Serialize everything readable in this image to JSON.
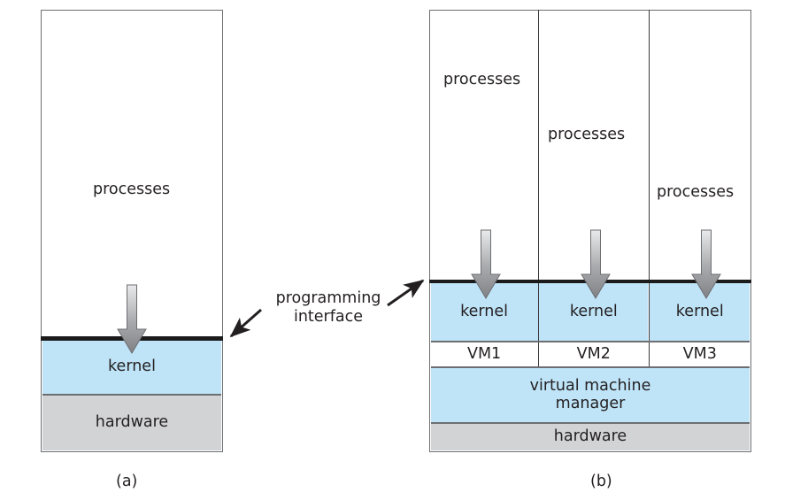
{
  "figure": {
    "panels": [
      {
        "id": "a",
        "caption": "(a)",
        "top_label": "processes",
        "layers": [
          {
            "name": "kernel",
            "label": "kernel",
            "fill": "#bfe4f8"
          },
          {
            "name": "hardware",
            "label": "hardware",
            "fill": "#d2d3d5"
          }
        ]
      },
      {
        "id": "b",
        "caption": "(b)",
        "columns": [
          {
            "processes_label": "processes",
            "kernel_label": "kernel",
            "vm_label": "VM1"
          },
          {
            "processes_label": "processes",
            "kernel_label": "kernel",
            "vm_label": "VM2"
          },
          {
            "processes_label": "processes",
            "kernel_label": "kernel",
            "vm_label": "VM3"
          }
        ],
        "layers": [
          {
            "name": "virtual-machine-manager",
            "label_line1": "virtual machine",
            "label_line2": "manager",
            "fill": "#bfe4f8"
          },
          {
            "name": "hardware",
            "label": "hardware",
            "fill": "#d2d3d5"
          }
        ]
      }
    ],
    "annotation": {
      "line1": "programming",
      "line2": "interface"
    },
    "colors": {
      "kernel_blue": "#bfe4f8",
      "hardware_gray": "#d2d3d5",
      "interface_line": "#1b1b1b",
      "border": "#6d6e71",
      "arrow_gray_dark": "#808285",
      "arrow_gray_light": "#e6e7e8",
      "text": "#231f20"
    }
  }
}
